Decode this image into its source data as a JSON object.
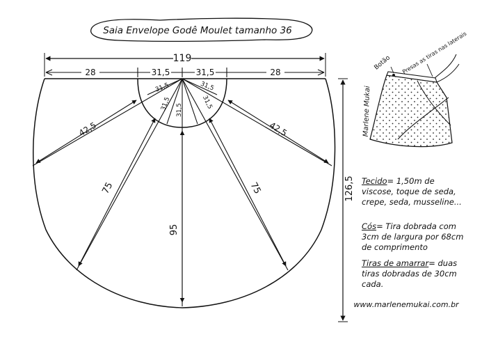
{
  "title": "Saia Envelope Godê Moulet tamanho 36",
  "dimensions": {
    "total_width": "119",
    "side_left": "28",
    "side_right": "28",
    "waist_left": "31,5",
    "waist_right": "31,5",
    "waist_arc_a": "31,5",
    "waist_arc_b": "31,5",
    "waist_radius_a": "31,5",
    "waist_radius_b": "31,5",
    "waist_radius_c": "31,5",
    "radius_left": "42,5",
    "radius_right": "42,5",
    "diag_left": "75",
    "diag_right": "75",
    "center": "95",
    "height": "126,5"
  },
  "illustration": {
    "label_button": "Botão",
    "label_ties": "Presas as tiras nas laterais",
    "signature": "Marlene Mukai"
  },
  "notes": {
    "fabric_key": "Tecido",
    "fabric_text": "= 1,50m de viscose, toque de seda, crepe, seda, musseline...",
    "waist_key": "Cós",
    "waist_text": "= Tira dobrada com 3cm de largura por 68cm de comprimento",
    "ties_key": "Tiras de amarrar",
    "ties_text": "= duas tiras dobradas de 30cm cada."
  },
  "website": "www.marlenemukai.com.br"
}
